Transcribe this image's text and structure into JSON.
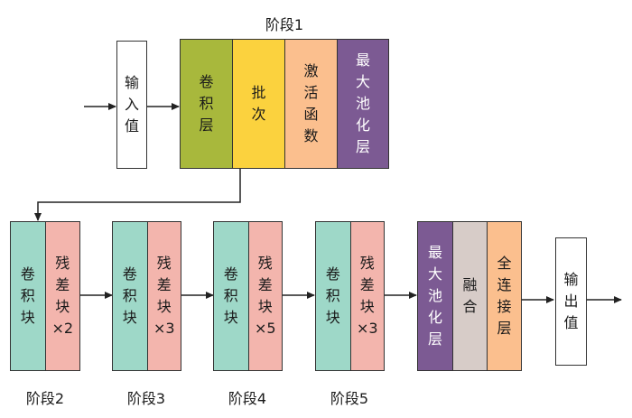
{
  "stage1": {
    "title": "阶段1",
    "input": "输入值",
    "blocks": [
      {
        "text": "卷积层",
        "color": "#a8b83c"
      },
      {
        "text": "批次",
        "color": "#fbd23e"
      },
      {
        "text": "激活函数",
        "color": "#fbbf8e"
      },
      {
        "text": "最大池化层",
        "color": "#7c5a93"
      }
    ]
  },
  "stages": [
    {
      "label": "阶段2",
      "conv": "卷积块",
      "res": "残差块×2"
    },
    {
      "label": "阶段3",
      "conv": "卷积块",
      "res": "残差块×3"
    },
    {
      "label": "阶段4",
      "conv": "卷积块",
      "res": "残差块×5"
    },
    {
      "label": "阶段5",
      "conv": "卷积块",
      "res": "残差块×3"
    }
  ],
  "tail": {
    "blocks": [
      {
        "text": "最大池化层",
        "color": "#7c5a93"
      },
      {
        "text": "融合",
        "color": "#d7ccc8"
      },
      {
        "text": "全连接层",
        "color": "#fbbf8e"
      }
    ],
    "output": "输出值"
  },
  "colors": {
    "conv_block": "#9ed8c8",
    "res_block": "#f3b5ad",
    "arrow": "#222222"
  }
}
